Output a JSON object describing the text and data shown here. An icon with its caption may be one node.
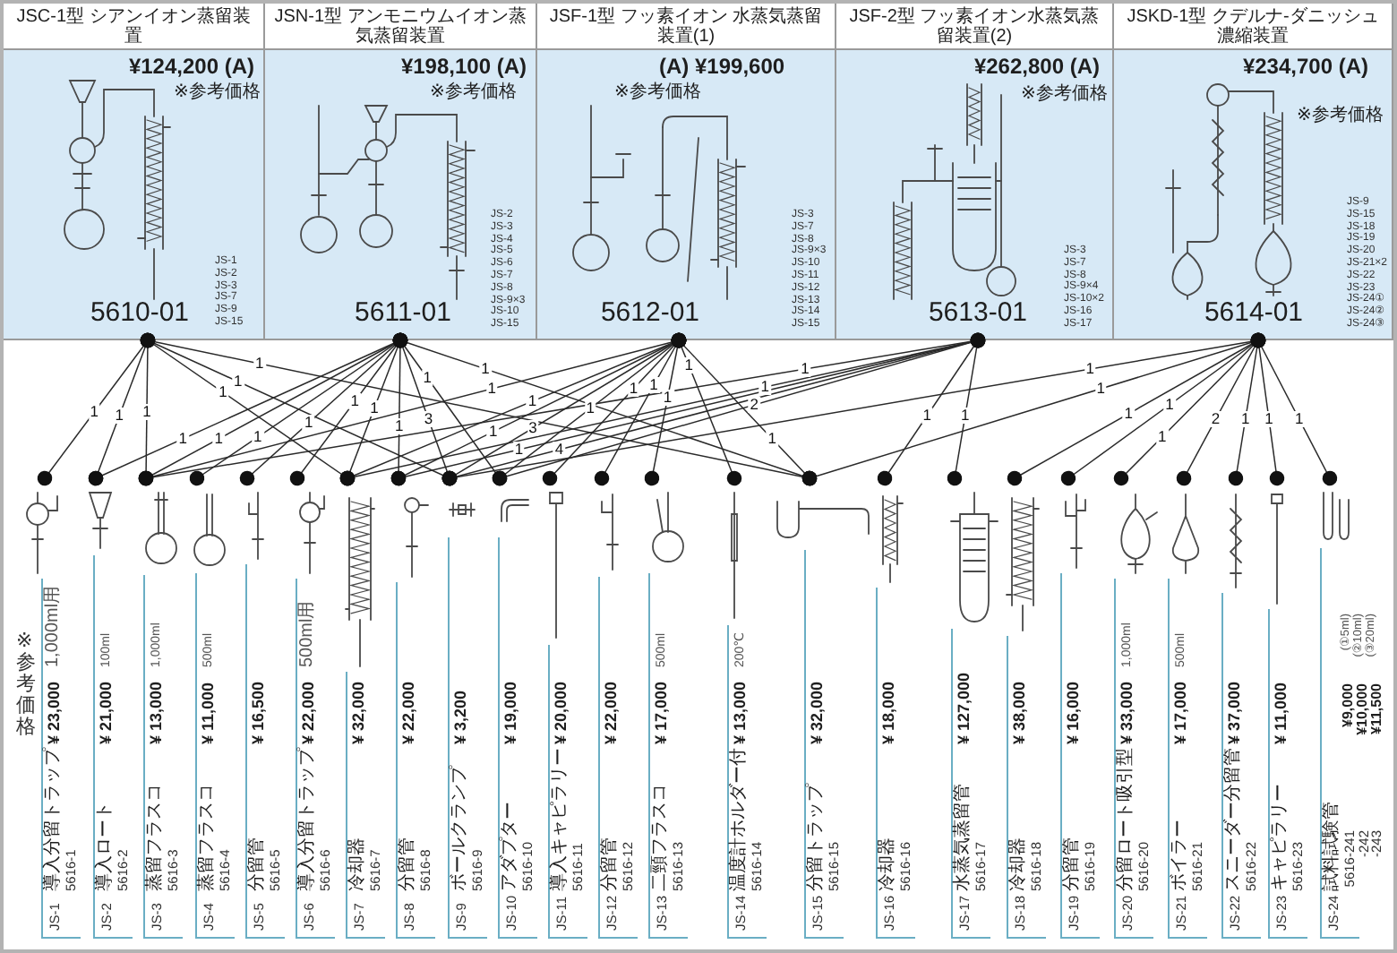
{
  "diagram": {
    "nodes": [
      {
        "text": [
          "JSC-1型 シアンイオン蒸留装置",
          "¥124,200 (A)",
          "※参考価格",
          "JS-1 JS-2 JS-3 JS-7 JS-9 JS-15",
          "5610-01"
        ]
      },
      {
        "text": [
          "JSN-1型 アンモニウムイオン蒸気蒸留装置",
          "¥198,100 (A)",
          "※参考価格",
          "JS-2 JS-3 JS-4 JS-5 JS-6 JS-7 JS-8 JS-9×3 JS-10 JS-15",
          "5611-01"
        ]
      },
      {
        "text": [
          "JSF-1型 フッ素イオン 水蒸気蒸留装置(1)",
          "(A) ¥199,600",
          "※参考価格",
          "JS-3 JS-7 JS-8 JS-9×3 JS-10 JS-11 JS-12 JS-13 JS-14 JS-15",
          "5612-01"
        ]
      },
      {
        "text": [
          "JSF-2型 フッ素イオン水蒸気蒸留装置(2)",
          "¥262,800 (A)",
          "※参考価格",
          "JS-3 JS-7 JS-8 JS-9×4 JS-10×2 JS-16 JS-17",
          "5613-01"
        ]
      },
      {
        "text": [
          "JSKD-1型 クデルナ-ダニッシュ濃縮装置",
          "¥234,700 (A)",
          "※参考価格",
          "JS-9 JS-15 JS-18 JS-19 JS-20 JS-21×2 JS-22 JS-23 JS-24① JS-24② JS-24③",
          "5614-01"
        ]
      },
      {
        "text": [
          "JS-1",
          "導入分留トラップ",
          "5616-1",
          "¥ 23,000",
          "1,000ml用"
        ]
      },
      {
        "text": [
          "JS-2",
          "導入ロート",
          "5616-2",
          "¥ 21,000",
          "100ml"
        ]
      },
      {
        "text": [
          "JS-3",
          "蒸留フラスコ",
          "5616-3",
          "¥ 13,000",
          "1,000ml"
        ]
      },
      {
        "text": [
          "JS-4",
          "蒸留フラスコ",
          "5616-4",
          "¥ 11,000",
          "500ml"
        ]
      },
      {
        "text": [
          "JS-5",
          "分留管",
          "5616-5",
          "¥ 16,500"
        ]
      },
      {
        "text": [
          "JS-6",
          "導入分留トラップ",
          "5616-6",
          "¥ 22,000",
          "500ml用"
        ]
      },
      {
        "text": [
          "JS-7",
          "冷却器",
          "5616-7",
          "¥ 32,000"
        ]
      },
      {
        "text": [
          "JS-8",
          "分留管",
          "5616-8",
          "¥ 22,000"
        ]
      },
      {
        "text": [
          "JS-9",
          "ボールクランプ",
          "5616-9",
          "¥ 3,200"
        ]
      },
      {
        "text": [
          "JS-10",
          "アダプター",
          "5616-10",
          "¥ 19,000"
        ]
      },
      {
        "text": [
          "JS-11",
          "導入キャピラリー",
          "5616-11",
          "¥ 20,000"
        ]
      },
      {
        "text": [
          "JS-12",
          "分留管",
          "5616-12",
          "¥ 22,000"
        ]
      },
      {
        "text": [
          "JS-13",
          "二頸フラスコ",
          "5616-13",
          "¥ 17,000",
          "500ml"
        ]
      },
      {
        "text": [
          "JS-14",
          "温度計ホルダー付",
          "5616-14",
          "¥ 13,000",
          "200℃"
        ]
      },
      {
        "text": [
          "JS-15",
          "分留トラップ",
          "5616-15",
          "¥ 32,000"
        ]
      },
      {
        "text": [
          "JS-16",
          "冷却器",
          "5616-16",
          "¥ 18,000"
        ]
      },
      {
        "text": [
          "JS-17",
          "水蒸気蒸留管",
          "5616-17",
          "¥ 127,000"
        ]
      },
      {
        "text": [
          "JS-18",
          "冷却器",
          "5616-18",
          "¥ 38,000"
        ]
      },
      {
        "text": [
          "JS-19",
          "分留管",
          "5616-19",
          "¥ 16,000"
        ]
      },
      {
        "text": [
          "JS-20",
          "分留ロート吸引型",
          "5616-20",
          "¥ 33,000",
          "1,000ml"
        ]
      },
      {
        "text": [
          "JS-21",
          "ボイラー",
          "5616-21",
          "¥ 17,000",
          "500ml"
        ]
      },
      {
        "text": [
          "JS-22",
          "スニーダー分留管",
          "5616-22",
          "¥ 37,000"
        ]
      },
      {
        "text": [
          "JS-23",
          "キャピラリー",
          "5616-23",
          "¥ 11,000"
        ]
      },
      {
        "text": [
          "JS-24",
          "試料試験管",
          "5616-241 -242 -243",
          "¥9,000 ¥10,000 ¥11,500",
          "(①5ml) (②10ml) (③20ml)"
        ]
      }
    ],
    "edges": [
      {
        "from": 0,
        "to": 5,
        "arrow": "other",
        "label": "1"
      },
      {
        "from": 0,
        "to": 6,
        "arrow": "other",
        "label": "1"
      },
      {
        "from": 0,
        "to": 7,
        "arrow": "other",
        "label": "1"
      },
      {
        "from": 0,
        "to": 11,
        "arrow": "other",
        "label": "1"
      },
      {
        "from": 0,
        "to": 13,
        "arrow": "other",
        "label": "1"
      },
      {
        "from": 0,
        "to": 19,
        "arrow": "other",
        "label": "1"
      },
      {
        "from": 1,
        "to": 6,
        "arrow": "other",
        "label": "1"
      },
      {
        "from": 1,
        "to": 7,
        "arrow": "other",
        "label": "1"
      },
      {
        "from": 1,
        "to": 8,
        "arrow": "other",
        "label": "1"
      },
      {
        "from": 1,
        "to": 9,
        "arrow": "other",
        "label": "1"
      },
      {
        "from": 1,
        "to": 10,
        "arrow": "other",
        "label": "1"
      },
      {
        "from": 1,
        "to": 11,
        "arrow": "other",
        "label": "1"
      },
      {
        "from": 1,
        "to": 12,
        "arrow": "other",
        "label": "1"
      },
      {
        "from": 1,
        "to": 13,
        "arrow": "other",
        "label": "3"
      },
      {
        "from": 1,
        "to": 14,
        "arrow": "other",
        "label": "1"
      },
      {
        "from": 1,
        "to": 19,
        "arrow": "other",
        "label": "1"
      },
      {
        "from": 2,
        "to": 7,
        "arrow": "other",
        "label": "1"
      },
      {
        "from": 2,
        "to": 11,
        "arrow": "other",
        "label": "1"
      },
      {
        "from": 2,
        "to": 12,
        "arrow": "other",
        "label": "1"
      },
      {
        "from": 2,
        "to": 13,
        "arrow": "other",
        "label": "3"
      },
      {
        "from": 2,
        "to": 14,
        "arrow": "other",
        "label": "1"
      },
      {
        "from": 2,
        "to": 15,
        "arrow": "other",
        "label": "1"
      },
      {
        "from": 2,
        "to": 16,
        "arrow": "other",
        "label": "1"
      },
      {
        "from": 2,
        "to": 17,
        "arrow": "other",
        "label": "1"
      },
      {
        "from": 2,
        "to": 18,
        "arrow": "other",
        "label": "1"
      },
      {
        "from": 2,
        "to": 19,
        "arrow": "other",
        "label": "1"
      },
      {
        "from": 3,
        "to": 7,
        "arrow": "other",
        "label": "1"
      },
      {
        "from": 3,
        "to": 11,
        "arrow": "other",
        "label": "1"
      },
      {
        "from": 3,
        "to": 12,
        "arrow": "other",
        "label": "1"
      },
      {
        "from": 3,
        "to": 13,
        "arrow": "other",
        "label": "4"
      },
      {
        "from": 3,
        "to": 14,
        "arrow": "other",
        "label": "2"
      },
      {
        "from": 3,
        "to": 20,
        "arrow": "other",
        "label": "1"
      },
      {
        "from": 3,
        "to": 21,
        "arrow": "other",
        "label": "1"
      },
      {
        "from": 4,
        "to": 13,
        "arrow": "other",
        "label": "1"
      },
      {
        "from": 4,
        "to": 19,
        "arrow": "other",
        "label": "1"
      },
      {
        "from": 4,
        "to": 22,
        "arrow": "other",
        "label": "1"
      },
      {
        "from": 4,
        "to": 23,
        "arrow": "other",
        "label": "1"
      },
      {
        "from": 4,
        "to": 24,
        "arrow": "other",
        "label": "1"
      },
      {
        "from": 4,
        "to": 25,
        "arrow": "other",
        "label": "2"
      },
      {
        "from": 4,
        "to": 26,
        "arrow": "other",
        "label": "1"
      },
      {
        "from": 4,
        "to": 27,
        "arrow": "other",
        "label": "1"
      },
      {
        "from": 4,
        "to": 28,
        "arrow": "other",
        "label": "1"
      }
    ],
    "labels": [
      "※参考価格"
    ]
  }
}
